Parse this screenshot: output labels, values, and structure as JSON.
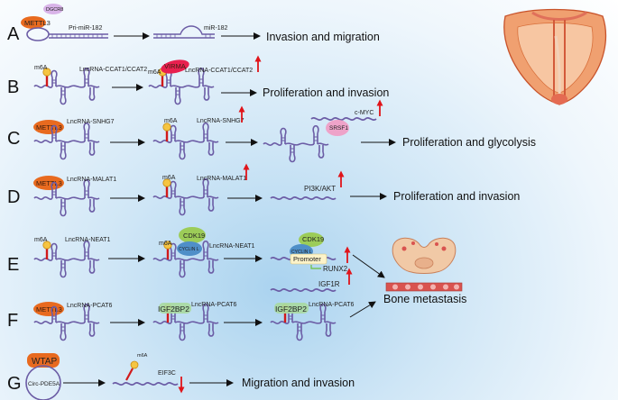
{
  "rows": [
    {
      "letter": "A",
      "enzyme": "METTL3",
      "partner": "DGCR8",
      "rna1": "Pri-miR-182",
      "rna2": "miR-182",
      "outcome": "Invasion and migration"
    },
    {
      "letter": "B",
      "mark": "m6A",
      "rna1": "LncRNA-CCAT1/CCAT2",
      "enzyme": "VIRMA",
      "mark2": "m6A",
      "rna2": "LncRNA-CCAT1/CCAT2",
      "outcome": "Proliferation and invasion"
    },
    {
      "letter": "C",
      "enzyme": "METTL3",
      "rna1": "LncRNA-SNHG7",
      "mark": "m6A",
      "rna2": "LncRNA-SNHG7",
      "partner": "SRSF1",
      "target": "c-MYC",
      "outcome": "Proliferation and glycolysis"
    },
    {
      "letter": "D",
      "enzyme": "METTL3",
      "rna1": "LncRNA-MALAT1",
      "mark": "m6A",
      "rna2": "LncRNA-MALAT1",
      "target": "PI3K/AKT",
      "outcome": "Proliferation and invasion"
    },
    {
      "letter": "E",
      "mark": "m6A",
      "rna1": "LncRNA-NEAT1",
      "mark2": "m6A",
      "cdk": "CDK19",
      "cyc": "CYCLIN L",
      "rna2": "LncRNA-NEAT1",
      "cdk2": "CDK19",
      "cyc2": "CYCLIN L",
      "promoter": "Promoter",
      "target": "RUNX2"
    },
    {
      "letter": "F",
      "enzyme": "METTL3",
      "rna1": "LncRNA-PCAT6",
      "reader": "IGF2BP2",
      "rna2": "LncRNA-PCAT6",
      "reader2": "IGF2BP2",
      "rna3": "LncRNA-PCAT6",
      "target": "IGF1R",
      "outcome": "Bone metastasis"
    },
    {
      "letter": "G",
      "enzyme": "WTAP",
      "circ": "Circ-PDE5A",
      "mark": "m6A",
      "target": "EIF3C",
      "outcome": "Migration and invasion"
    }
  ],
  "colors": {
    "rna": "#6b5ca5",
    "methyl": "#e86a1f",
    "arrow": "#111111",
    "up": "#e0141a",
    "virma": "#e8204f",
    "srsf1": "#eea3c9",
    "cdk": "#9ccc58",
    "cyclin": "#4f8fc8",
    "reader": "#a9d9a0",
    "bone": "#d9534f"
  }
}
